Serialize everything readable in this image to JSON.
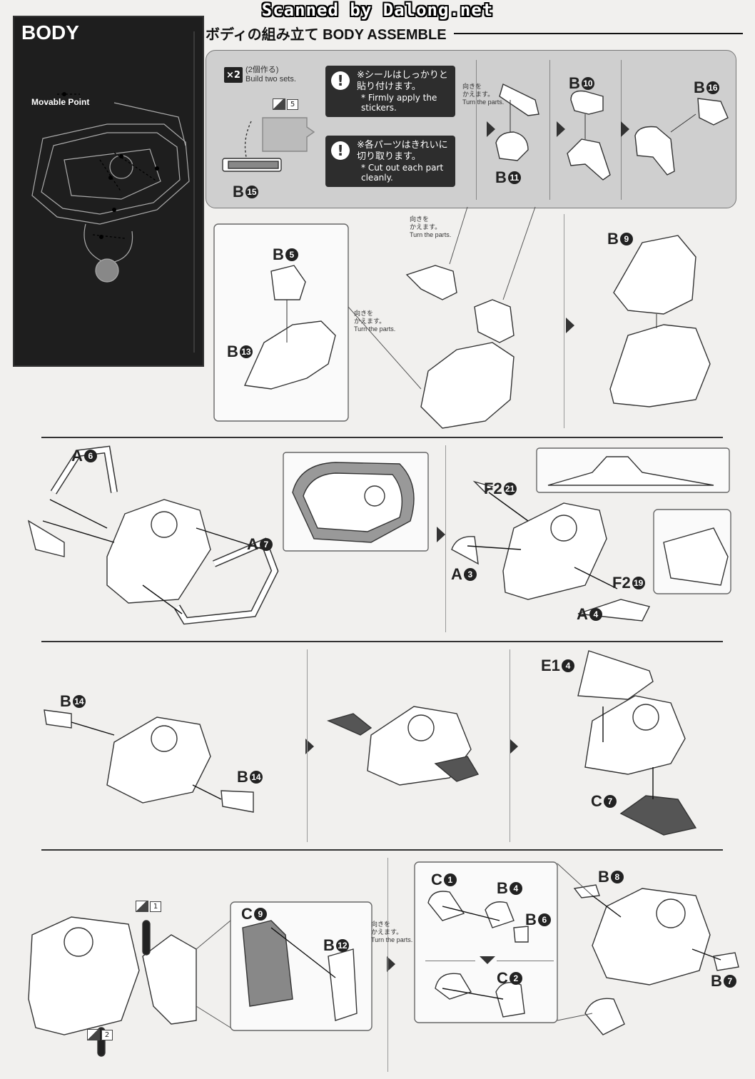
{
  "watermark": "Scanned by Dalong.net",
  "sidebar": {
    "title": "BODY",
    "movable_point": "Movable Point"
  },
  "header": {
    "title_jp": "ボディの組み立て",
    "title_en": "BODY ASSEMBLE"
  },
  "step1": {
    "build_two_jp": "(2個作る)",
    "build_two_en": "Build two sets.",
    "multiplier": "×2",
    "sticker_num": "5",
    "note1_jp": [
      "※シールはしっかりと",
      "貼り付けます。"
    ],
    "note1_en": [
      "* Firmly apply the",
      "stickers."
    ],
    "note2_jp": [
      "※各パーツはきれいに",
      "切り取ります。"
    ],
    "note2_en": [
      "* Cut out each part",
      "cleanly."
    ]
  },
  "turn_parts": {
    "jp1": "向きを",
    "jp2": "かえます。",
    "en": "Turn the parts."
  },
  "parts": {
    "B15": {
      "letter": "B",
      "num": "15"
    },
    "B11": {
      "letter": "B",
      "num": "11"
    },
    "B10": {
      "letter": "B",
      "num": "10"
    },
    "B16": {
      "letter": "B",
      "num": "16"
    },
    "B5": {
      "letter": "B",
      "num": "5"
    },
    "B13": {
      "letter": "B",
      "num": "13"
    },
    "B9": {
      "letter": "B",
      "num": "9"
    },
    "A6": {
      "letter": "A",
      "num": "6"
    },
    "A7": {
      "letter": "A",
      "num": "7"
    },
    "F2_21": {
      "letter": "F2",
      "num": "21"
    },
    "A3": {
      "letter": "A",
      "num": "3"
    },
    "F2_19": {
      "letter": "F2",
      "num": "19"
    },
    "A4": {
      "letter": "A",
      "num": "4"
    },
    "B14a": {
      "letter": "B",
      "num": "14"
    },
    "B14b": {
      "letter": "B",
      "num": "14"
    },
    "E1_4": {
      "letter": "E1",
      "num": "4"
    },
    "C7": {
      "letter": "C",
      "num": "7"
    },
    "C9": {
      "letter": "C",
      "num": "9"
    },
    "B12": {
      "letter": "B",
      "num": "12"
    },
    "C1": {
      "letter": "C",
      "num": "1"
    },
    "B4": {
      "letter": "B",
      "num": "4"
    },
    "B6": {
      "letter": "B",
      "num": "6"
    },
    "C2": {
      "letter": "C",
      "num": "2"
    },
    "B8": {
      "letter": "B",
      "num": "8"
    },
    "B7": {
      "letter": "B",
      "num": "7"
    }
  },
  "stickers": {
    "s1": "1",
    "s2": "2"
  }
}
